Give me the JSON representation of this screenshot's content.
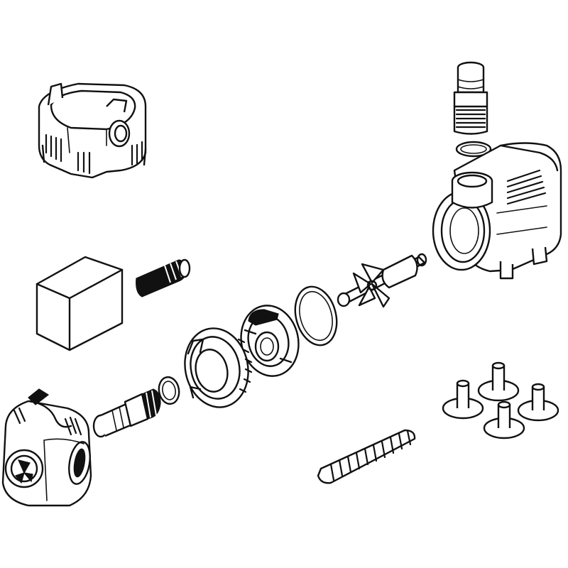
{
  "diagram": {
    "kind": "exploded parts drawing",
    "background_color": "#ffffff",
    "line_color": "#111111",
    "parts": [
      "prefilter-cage",
      "hose-barb-top",
      "o-ring-top",
      "pump-body",
      "filter-sponge",
      "threaded-adapter",
      "o-ring-large",
      "impeller",
      "volute-cover",
      "locking-ring",
      "o-ring-small",
      "hose-barb-outlet",
      "intake-strainer",
      "suction-cups",
      "spiral-hose"
    ]
  }
}
